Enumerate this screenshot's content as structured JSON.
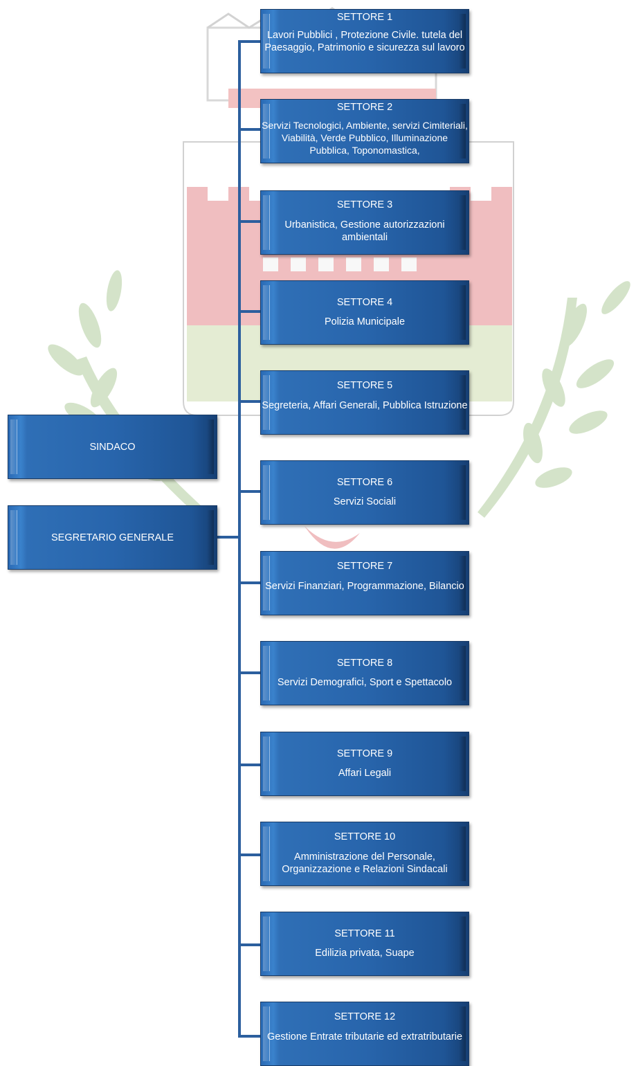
{
  "left_boxes": [
    {
      "label": "SINDACO"
    },
    {
      "label": "SEGRETARIO GENERALE"
    }
  ],
  "sectors": [
    {
      "title": "SETTORE  1",
      "description": "Lavori Pubblici , Protezione Civile. tutela del Paesaggio, Patrimonio e sicurezza sul lavoro"
    },
    {
      "title": "SETTORE 2",
      "description": "Servizi Tecnologici, Ambiente, servizi Cimiteriali, Viabilità, Verde Pubblico, Illuminazione Pubblica, Toponomastica,"
    },
    {
      "title": "SETTORE 3",
      "description": "Urbanistica, Gestione autorizzazioni ambientali"
    },
    {
      "title": "SETTORE 4",
      "description": "Polizia Municipale"
    },
    {
      "title": "SETTORE 5",
      "description": "Segreteria, Affari  Generali, Pubblica Istruzione"
    },
    {
      "title": "SETTORE 6",
      "description": "Servizi Sociali"
    },
    {
      "title": "SETTORE 7",
      "description": "Servizi Finanziari, Programmazione, Bilancio"
    },
    {
      "title": "SETTORE 8",
      "description": "Servizi Demografici, Sport e Spettacolo"
    },
    {
      "title": "SETTORE 9",
      "description": "Affari Legali"
    },
    {
      "title": "SETTORE 10",
      "description": "Amministrazione del Personale, Organizzazione  e Relazioni Sindacali"
    },
    {
      "title": "SETTORE 11",
      "description": "Edilizia privata, Suape"
    },
    {
      "title": "SETTORE 12",
      "description": "Gestione Entrate tributarie ed extratributarie"
    }
  ],
  "colors": {
    "box_fill": "#2865ac",
    "connector": "#2c5f9e",
    "watermark_red": "#d9575b",
    "watermark_green": "#b9cf8e"
  }
}
